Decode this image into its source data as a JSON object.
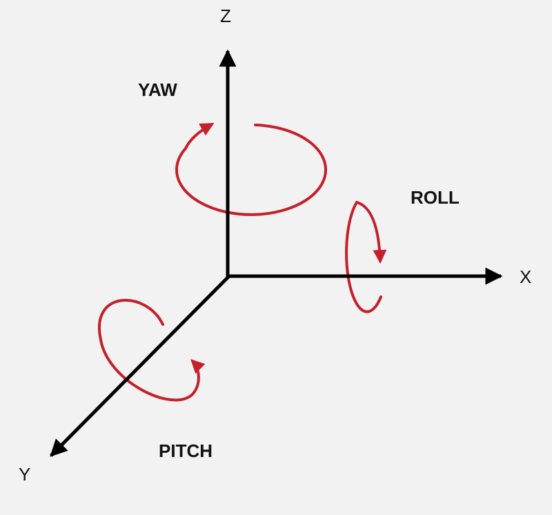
{
  "axes": {
    "x": "X",
    "y": "Y",
    "z": "Z"
  },
  "rotations": {
    "yaw": "YAW",
    "roll": "ROLL",
    "pitch": "PITCH"
  },
  "colors": {
    "background": "#f2f2f2",
    "axis": "#000000",
    "rotation": "#c4202a",
    "text": "#111111"
  }
}
